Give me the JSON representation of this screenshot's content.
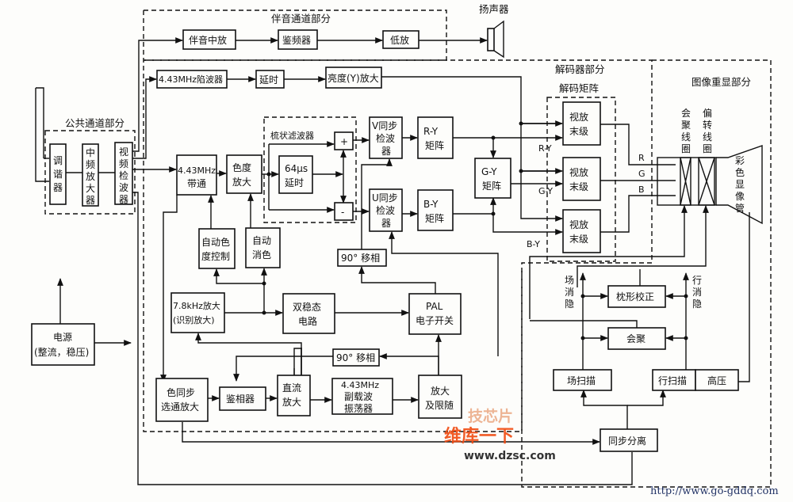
{
  "sections": {
    "common": "公共通道部分",
    "audio": "伴音通道部分",
    "speaker": "扬声器",
    "decoder": "解码器部分",
    "matrix": "解码矩阵",
    "display": "图像重显部分",
    "comb": "梳状滤波器"
  },
  "blocks": {
    "tuner": [
      "调",
      "谐",
      "器"
    ],
    "if_amp": [
      "中",
      "频",
      "放",
      "大",
      "器"
    ],
    "video_det": [
      "视",
      "频",
      "检",
      "波",
      "器"
    ],
    "audio_if": "伴音中放",
    "discriminator": "鉴频器",
    "audio_amp": "低放",
    "trap": "4.43MHz陷波器",
    "delay": "延时",
    "luma": "亮度(Y)放大",
    "bandpass": [
      "4.43MHz",
      "带通"
    ],
    "chroma_amp": [
      "色度",
      "放大"
    ],
    "delay64": [
      "64μs",
      "延时"
    ],
    "plus": "+",
    "minus": "-",
    "v_det": [
      "V同步",
      "检波",
      "器"
    ],
    "u_det": [
      "U同步",
      "检波",
      "器"
    ],
    "ry_matrix": [
      "R-Y",
      "矩阵"
    ],
    "by_matrix": [
      "B-Y",
      "矩阵"
    ],
    "gy_matrix": [
      "G-Y",
      "矩阵"
    ],
    "video_out_r": [
      "视放",
      "末级"
    ],
    "video_out_g": [
      "视放",
      "末级"
    ],
    "video_out_b": [
      "视放",
      "末级"
    ],
    "acc": [
      "自动色",
      "度控制"
    ],
    "killer": [
      "自动",
      "消色"
    ],
    "shift90_a": "90° 移相",
    "shift90_b": "90° 移相",
    "ident_amp": [
      "7.8kHz放大",
      "(识别放大)"
    ],
    "flipflop": [
      "双稳态",
      "电路"
    ],
    "pal_switch": [
      "PAL",
      "电子开关"
    ],
    "burst_gate": [
      "色同步",
      "选通放大"
    ],
    "phase_det": "鉴相器",
    "dc_amp": [
      "直流",
      "放大"
    ],
    "osc": [
      "4.43MHz",
      "副载波",
      "振荡器"
    ],
    "amp_follow": [
      "放大",
      "及限随"
    ],
    "power": [
      "电源",
      "(整流，稳压)"
    ],
    "pincushion": "枕形校正",
    "convergence": "会聚",
    "v_scan": "场扫描",
    "h_scan": "行扫描",
    "hv": "高压",
    "sync_sep": "同步分离",
    "conv_coil": [
      "会",
      "聚",
      "线",
      "圈"
    ],
    "defl_coil": [
      "偏",
      "转",
      "线",
      "圈"
    ],
    "crt": [
      "彩",
      "色",
      "显",
      "像",
      "管"
    ]
  },
  "labels": {
    "ry": "R-Y",
    "gy": "G-Y",
    "by": "B-Y",
    "r": "R",
    "g": "G",
    "b": "B",
    "v_blank": [
      "场",
      "消",
      "隐"
    ],
    "h_blank": [
      "行",
      "消",
      "隐"
    ]
  },
  "watermarks": {
    "cn": "维库一下",
    "logo": "技芯片",
    "url1": "www.dzsc.com",
    "url2": "http://www.go-gddq.com"
  }
}
